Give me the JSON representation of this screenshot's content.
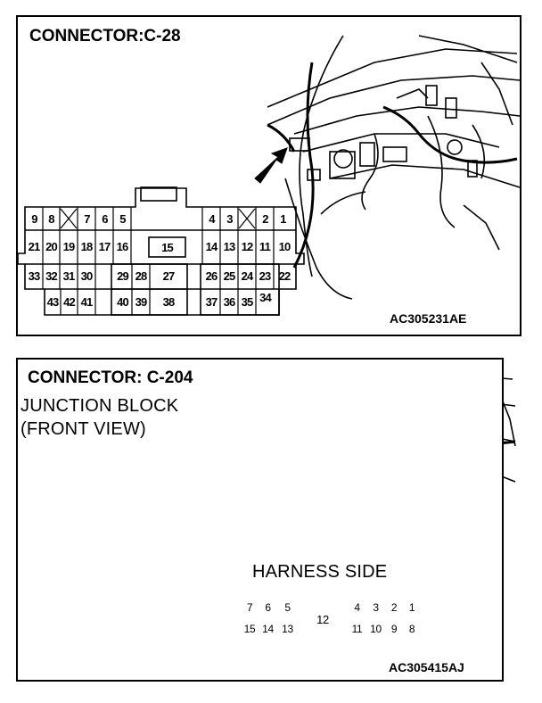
{
  "connector_c28": {
    "title": "CONNECTOR:C-28",
    "code": "AC305231AE",
    "pins": {
      "p1": "1",
      "p2": "2",
      "p3": "3",
      "p4": "4",
      "p5": "5",
      "p6": "6",
      "p7": "7",
      "p8": "8",
      "p9": "9",
      "p10": "10",
      "p11": "11",
      "p12": "12",
      "p13": "13",
      "p14": "14",
      "p15": "15",
      "p16": "16",
      "p17": "17",
      "p18": "18",
      "p19": "19",
      "p20": "20",
      "p21": "21",
      "p22": "22",
      "p23": "23",
      "p24": "24",
      "p25": "25",
      "p26": "26",
      "p27": "27",
      "p28": "28",
      "p29": "29",
      "p30": "30",
      "p31": "31",
      "p32": "32",
      "p33": "33",
      "p34": "34",
      "p35": "35",
      "p36": "36",
      "p37": "37",
      "p38": "38",
      "p39": "39",
      "p40": "40",
      "p41": "41",
      "p42": "42",
      "p43": "43"
    }
  },
  "connector_c204": {
    "title": "CONNECTOR: C-204",
    "subtitle_line1": "JUNCTION BLOCK",
    "subtitle_line2": "(FRONT VIEW)",
    "harness_label": "HARNESS SIDE",
    "code": "AC305415AJ",
    "pins": {
      "p1": "1",
      "p2": "2",
      "p3": "3",
      "p4": "4",
      "p5": "5",
      "p6": "6",
      "p7": "7",
      "p8": "8",
      "p9": "9",
      "p10": "10",
      "p11": "11",
      "p12": "12",
      "p13": "13",
      "p14": "14",
      "p15": "15"
    }
  }
}
